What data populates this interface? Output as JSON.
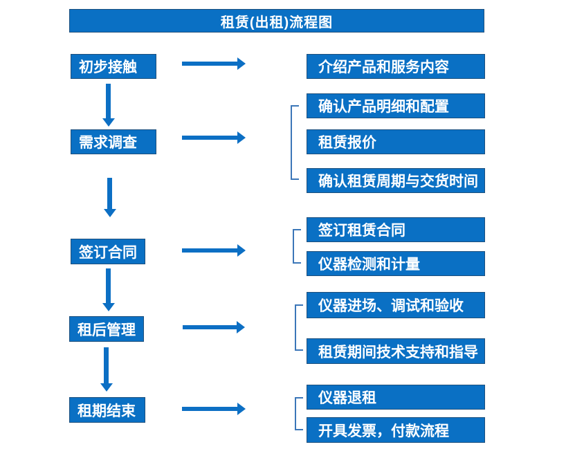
{
  "title": "租赁(出租)流程图",
  "colors": {
    "box_fill": "#0a70c4",
    "box_border": "#1d4f7c",
    "arrow": "#0c6fc4",
    "bracket": "#3b76b8",
    "text": "#ffffff",
    "background": "#ffffff"
  },
  "steps": [
    {
      "label": "初步接触",
      "details": [
        "介绍产品和服务内容"
      ]
    },
    {
      "label": "需求调查",
      "details": [
        "确认产品明细和配置",
        "租赁报价",
        "确认租赁周期与交货时间"
      ]
    },
    {
      "label": "签订合同",
      "details": [
        "签订租赁合同",
        "仪器检测和计量"
      ]
    },
    {
      "label": "租后管理",
      "details": [
        "仪器进场、调试和验收",
        "租赁期间技术支持和指导"
      ]
    },
    {
      "label": "租期结束",
      "details": [
        "仪器退租",
        "开具发票，付款流程"
      ]
    }
  ]
}
